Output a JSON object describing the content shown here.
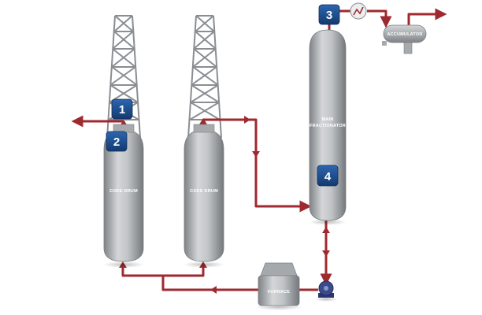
{
  "diagram": {
    "equipment": {
      "coke_drum_left": "COKE DRUM",
      "coke_drum_right": "COKE DRUM",
      "main_fractionator_line1": "MAIN",
      "main_fractionator_line2": "FRACTIONATOR",
      "furnace": "FURNACE",
      "accumulator": "ACCUMULATOR"
    },
    "markers": [
      {
        "id": "1",
        "label": "1"
      },
      {
        "id": "2",
        "label": "2"
      },
      {
        "id": "3",
        "label": "3"
      },
      {
        "id": "4",
        "label": "4"
      }
    ]
  },
  "colors": {
    "pipe": "#9e2a2f",
    "vessel": "#b9bcbf",
    "vessel_dark": "#8e9195",
    "marker": "#1e4e8c",
    "pump": "#3a4a8a"
  }
}
